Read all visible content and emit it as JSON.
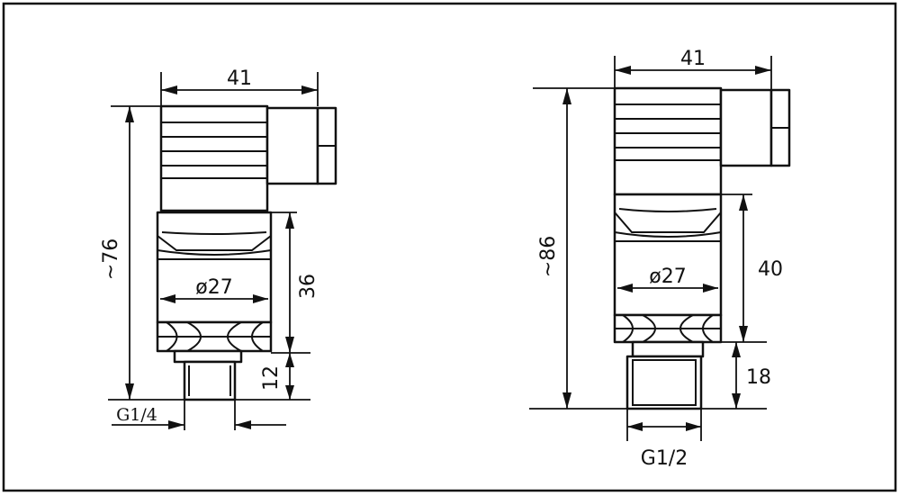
{
  "left": {
    "width_label": "41",
    "height_label": "~76",
    "body_label": "36",
    "port_label": "12",
    "diameter_label": "ø27",
    "thread_label": "G1/4"
  },
  "right": {
    "width_label": "41",
    "height_label": "~86",
    "body_label": "40",
    "port_label": "18",
    "diameter_label": "ø27",
    "thread_label": "G1/2"
  }
}
